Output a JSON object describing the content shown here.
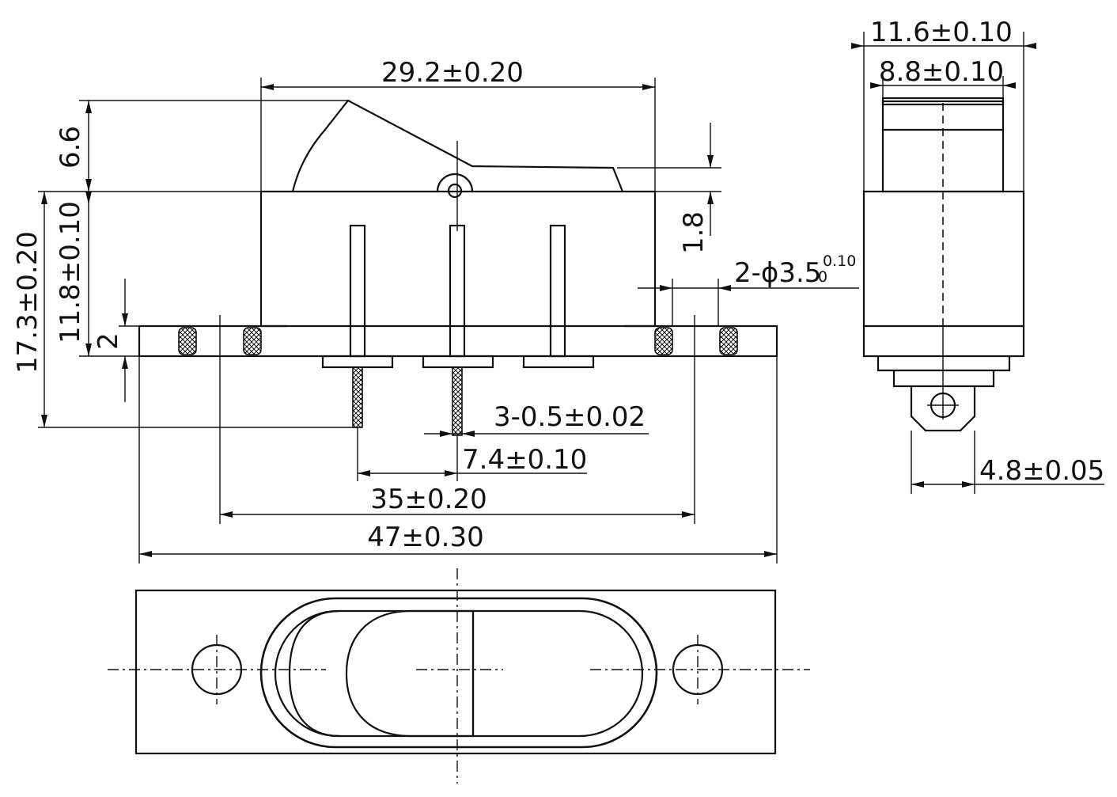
{
  "dimensions": {
    "overall_length": "47±0.30",
    "mounting_hole_spacing": "35±0.20",
    "body_width": "29.2±0.20",
    "terminal_pitch": "7.4±0.10",
    "terminal_thickness": "3-0.5±0.02",
    "mount_holes_label": "2-ϕ3.5",
    "mount_holes_tol_upper": "0.10",
    "mount_holes_tol_lower": "0",
    "rocker_height": "6.6",
    "body_height": "11.8±0.10",
    "total_height": "17.3±0.20",
    "flange_thickness": "2",
    "rocker_step": "1.8",
    "side_width": "11.6±0.10",
    "rocker_width": "8.8±0.10",
    "terminal_tab": "4.8±0.05"
  },
  "colors": {
    "line": "#111111",
    "background": "#ffffff"
  }
}
